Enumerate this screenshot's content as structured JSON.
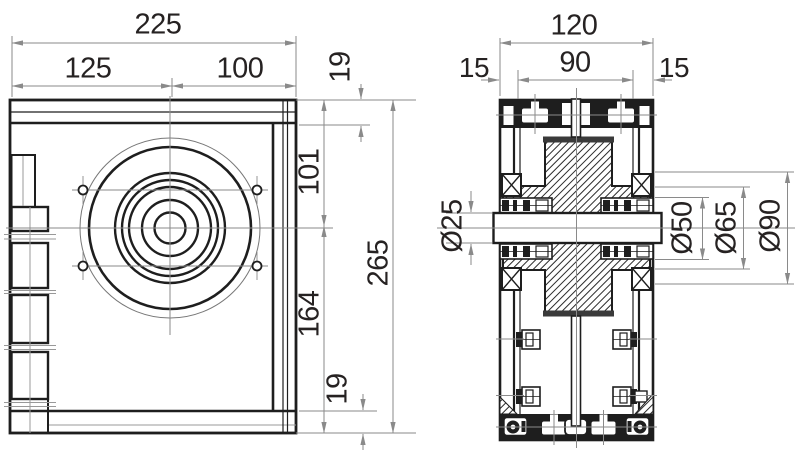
{
  "front": {
    "w_total": "225",
    "w_left": "125",
    "w_right": "100",
    "t_top": "19",
    "h_top": "101",
    "h_bottom": "164",
    "t_bottom": "19",
    "h_total": "265"
  },
  "side": {
    "w_total": "120",
    "w_left": "15",
    "w_center": "90",
    "w_right": "15",
    "d_shaft": "Ø25",
    "d_bore": "Ø50",
    "d_mid": "Ø65",
    "d_hub": "Ø90"
  },
  "colors": {
    "line": "#1e1e1e",
    "dim": "#8a8a8a",
    "text": "#262222",
    "hatch": "#2b2b2b"
  }
}
